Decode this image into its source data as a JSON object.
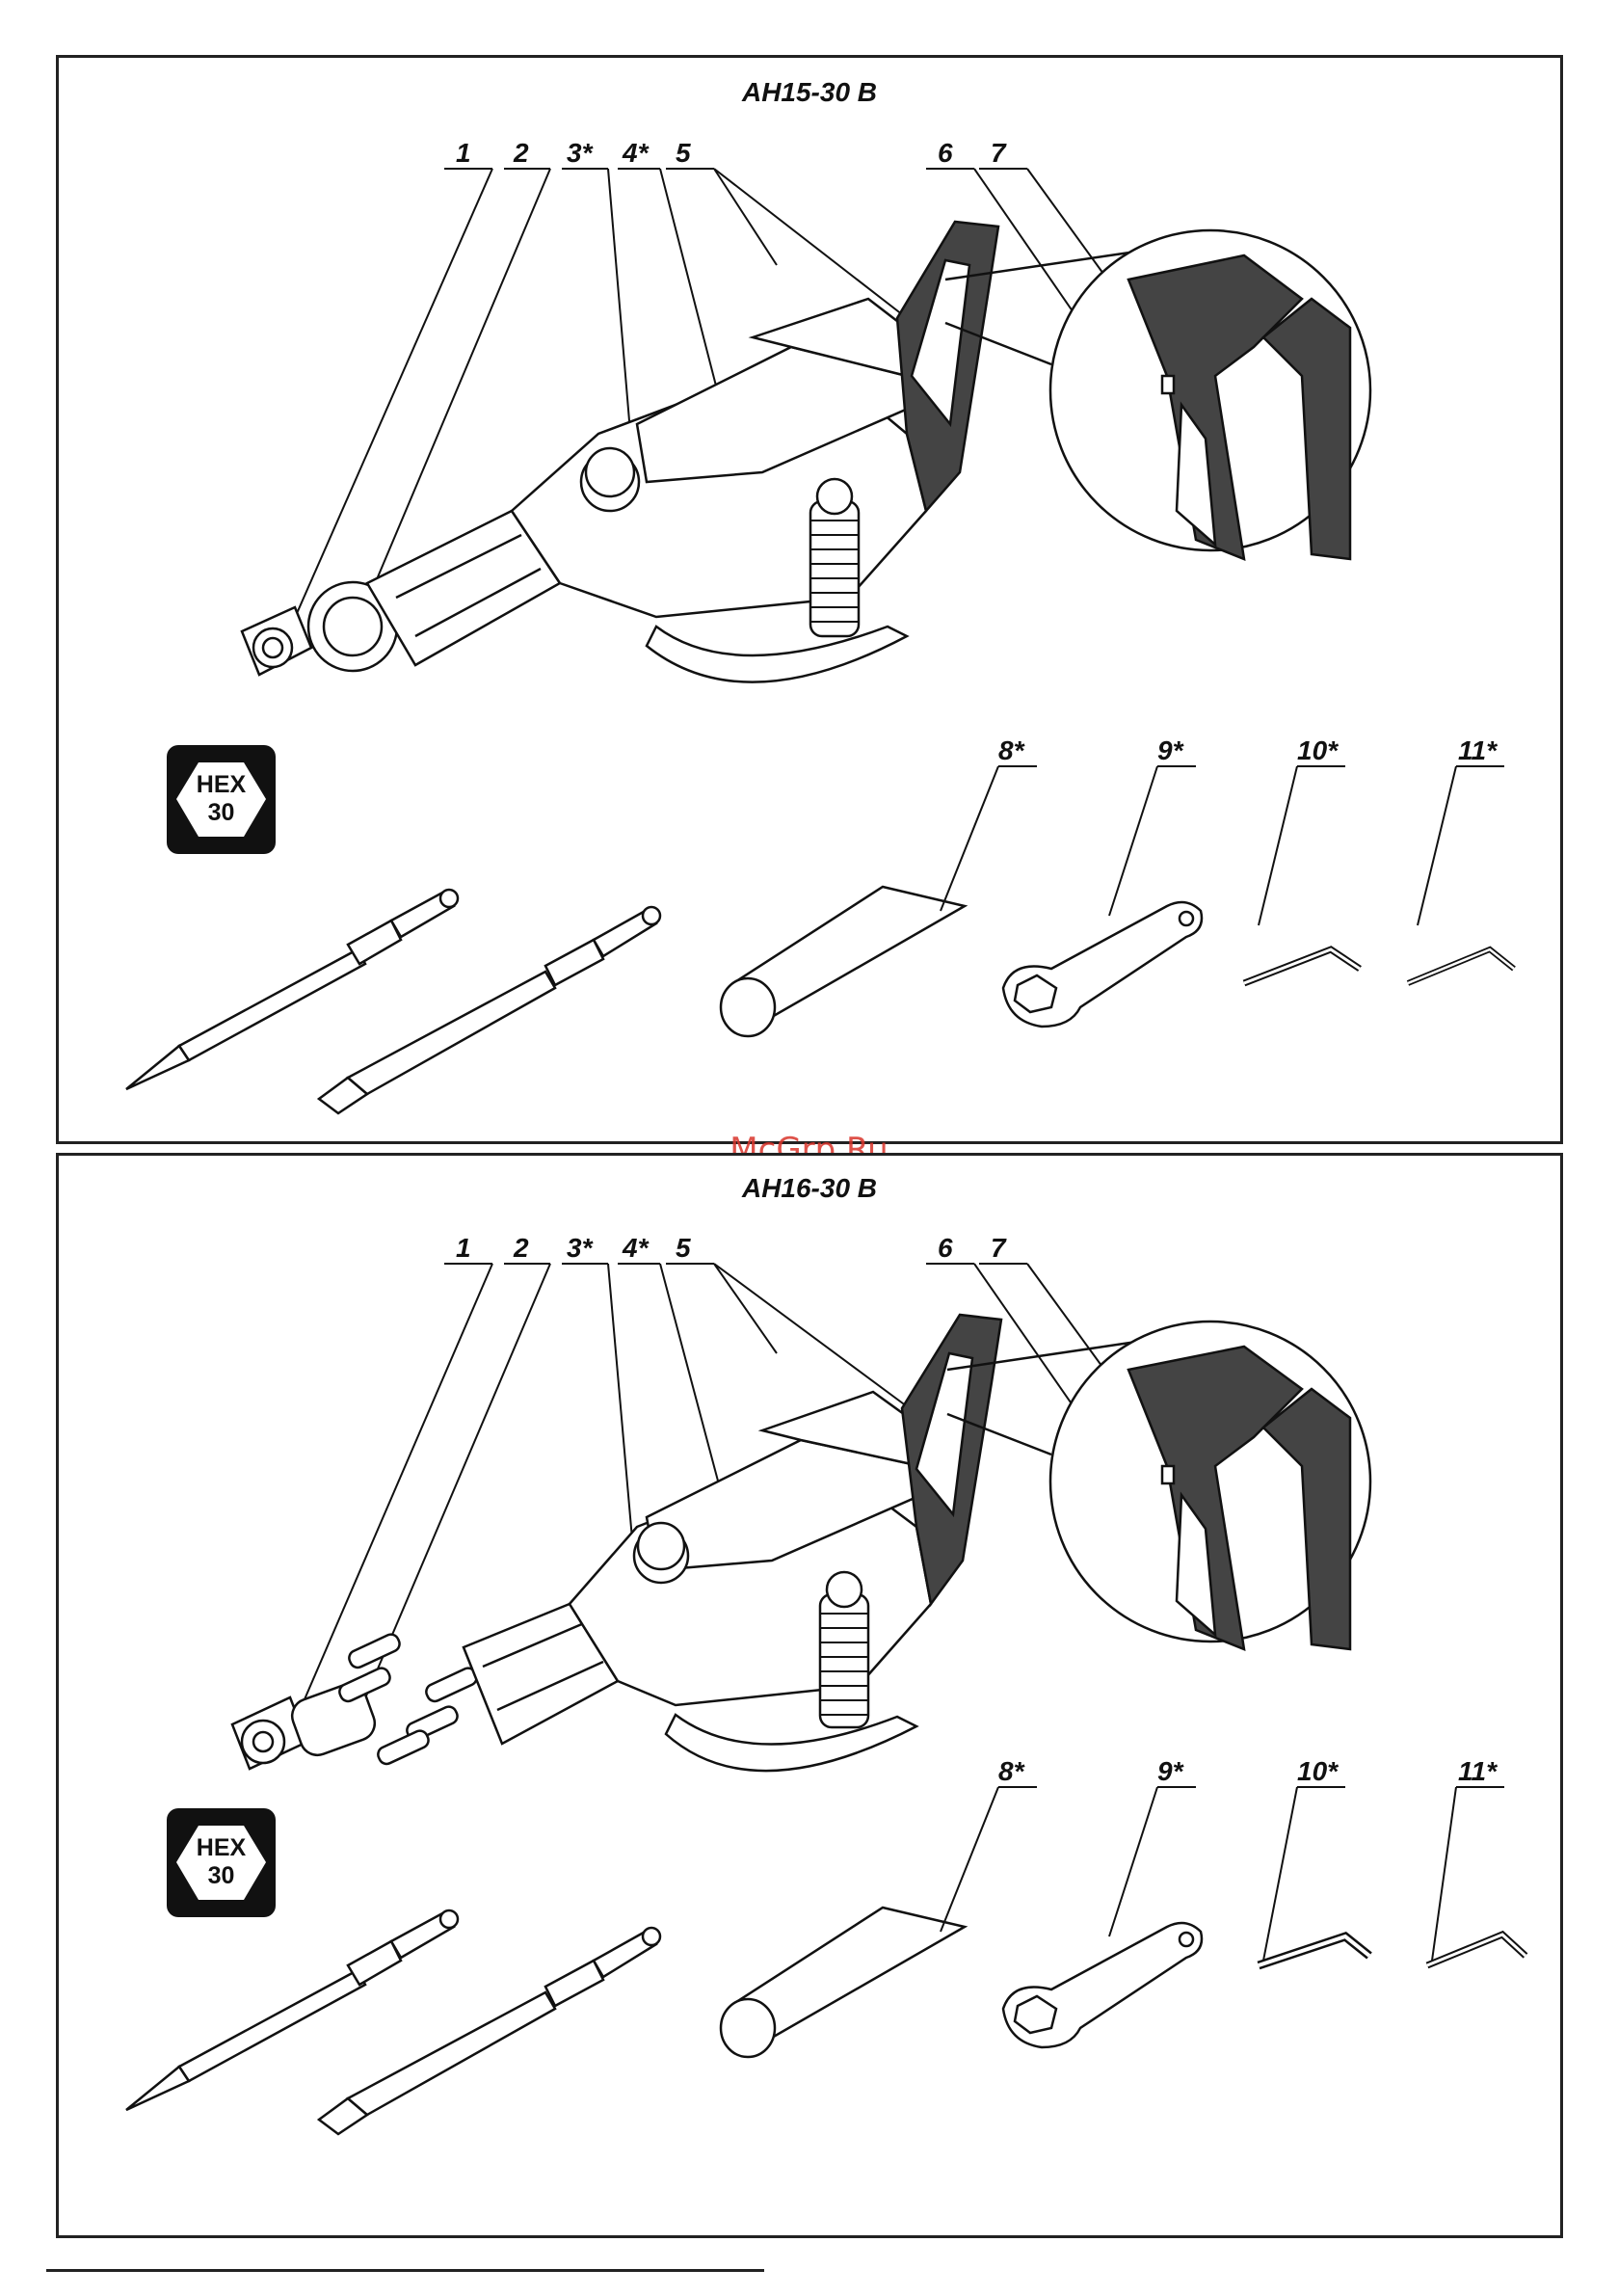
{
  "watermark": "McGrp.Ru",
  "panels": [
    {
      "title": "AH15-30 B",
      "callouts": [
        "1",
        "2",
        "3*",
        "4*",
        "5",
        "6",
        "7",
        "8*",
        "9*",
        "10*",
        "11*"
      ],
      "badge": {
        "line1": "HEX",
        "line2": "30"
      }
    },
    {
      "title": "AH16-30 B",
      "callouts": [
        "1",
        "2",
        "3*",
        "4*",
        "5",
        "6",
        "7",
        "8*",
        "9*",
        "10*",
        "11*"
      ],
      "badge": {
        "line1": "HEX",
        "line2": "30"
      }
    }
  ],
  "icons": [
    "hammer-illustration",
    "hex-icon",
    "point-chisel",
    "flat-chisel",
    "grease-tube",
    "wrench",
    "allen-key"
  ],
  "colors": {
    "ink": "#111111",
    "watermark": "#d9342b"
  }
}
